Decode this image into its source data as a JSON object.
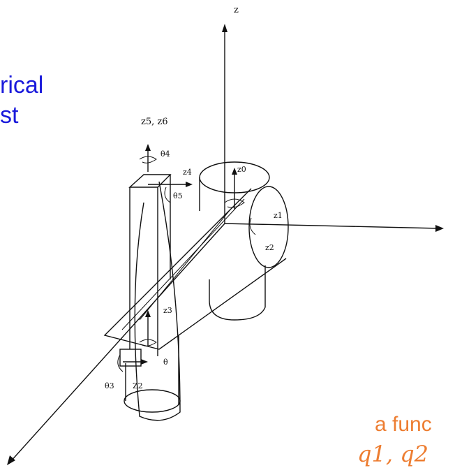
{
  "slide_text": {
    "blue_line_1": "rical",
    "blue_line_2": "st",
    "orange_line_1": "a func",
    "orange_vars": "q1, q2"
  },
  "diagram_labels": {
    "z_axis": "z",
    "z5_z6": "z5, z6",
    "theta4": "θ4",
    "z4": "z4",
    "theta5": "θ5",
    "z0": "z0",
    "z1": "z1",
    "z2_right": "z2",
    "z3": "z3",
    "theta3": "θ3",
    "z2_bottom": "Z2",
    "theta": "θ"
  },
  "colors": {
    "blue_text": "#1a1adb",
    "orange_text": "#ed7d31",
    "line": "#111111"
  }
}
